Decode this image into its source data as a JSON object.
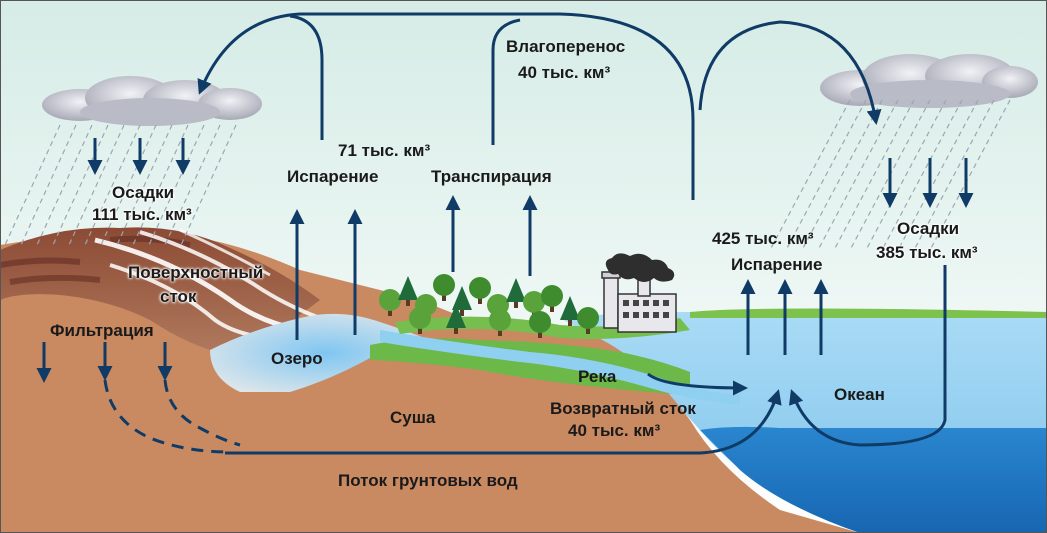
{
  "diagram": {
    "labels": {
      "moisture_transfer": "Влагоперенос",
      "moisture_transfer_value": "40 тыс. км³",
      "land_evap_value": "71 тыс. км³",
      "evaporation_land": "Испарение",
      "transpiration": "Транспирация",
      "precip_land": "Осадки",
      "precip_land_value": "111 тыс. км³",
      "surface_runoff_1": "Поверхностный",
      "surface_runoff_2": "сток",
      "infiltration": "Фильтрация",
      "lake": "Озеро",
      "land": "Суша",
      "river": "Река",
      "return_flow": "Возвратный сток",
      "return_flow_value": "40 тыс. км³",
      "groundwater_flow": "Поток грунтовых вод",
      "ocean_evap_value": "425 тыс. км³",
      "evaporation_ocean": "Испарение",
      "precip_ocean": "Осадки",
      "precip_ocean_value": "385 тыс. км³",
      "ocean": "Океан"
    },
    "colors": {
      "arrow": "#0f3b66",
      "sky_top": "#d6ece6",
      "land": "#c98a62",
      "ocean": "#8fcdf0",
      "deep_ocean": "#1d77c3",
      "grass": "#6cb848",
      "mountain_dark": "#7e3a2c"
    },
    "icons": [
      "cloud-icon",
      "factory-icon",
      "tree-icon"
    ]
  }
}
